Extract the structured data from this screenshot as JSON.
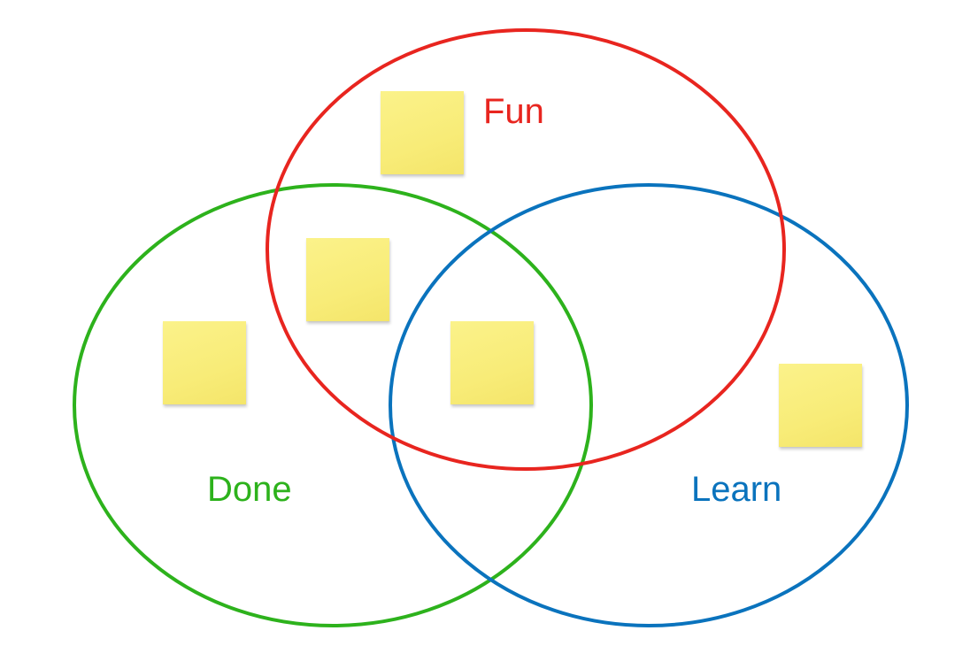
{
  "diagram": {
    "type": "venn",
    "circles": [
      {
        "id": "fun",
        "label": "Fun",
        "color": "#e8251f"
      },
      {
        "id": "done",
        "label": "Done",
        "color": "#2db21c"
      },
      {
        "id": "learn",
        "label": "Learn",
        "color": "#0a73bd"
      }
    ],
    "sticky_note_color": "#f8ec78",
    "sticky_note_count": 5
  }
}
